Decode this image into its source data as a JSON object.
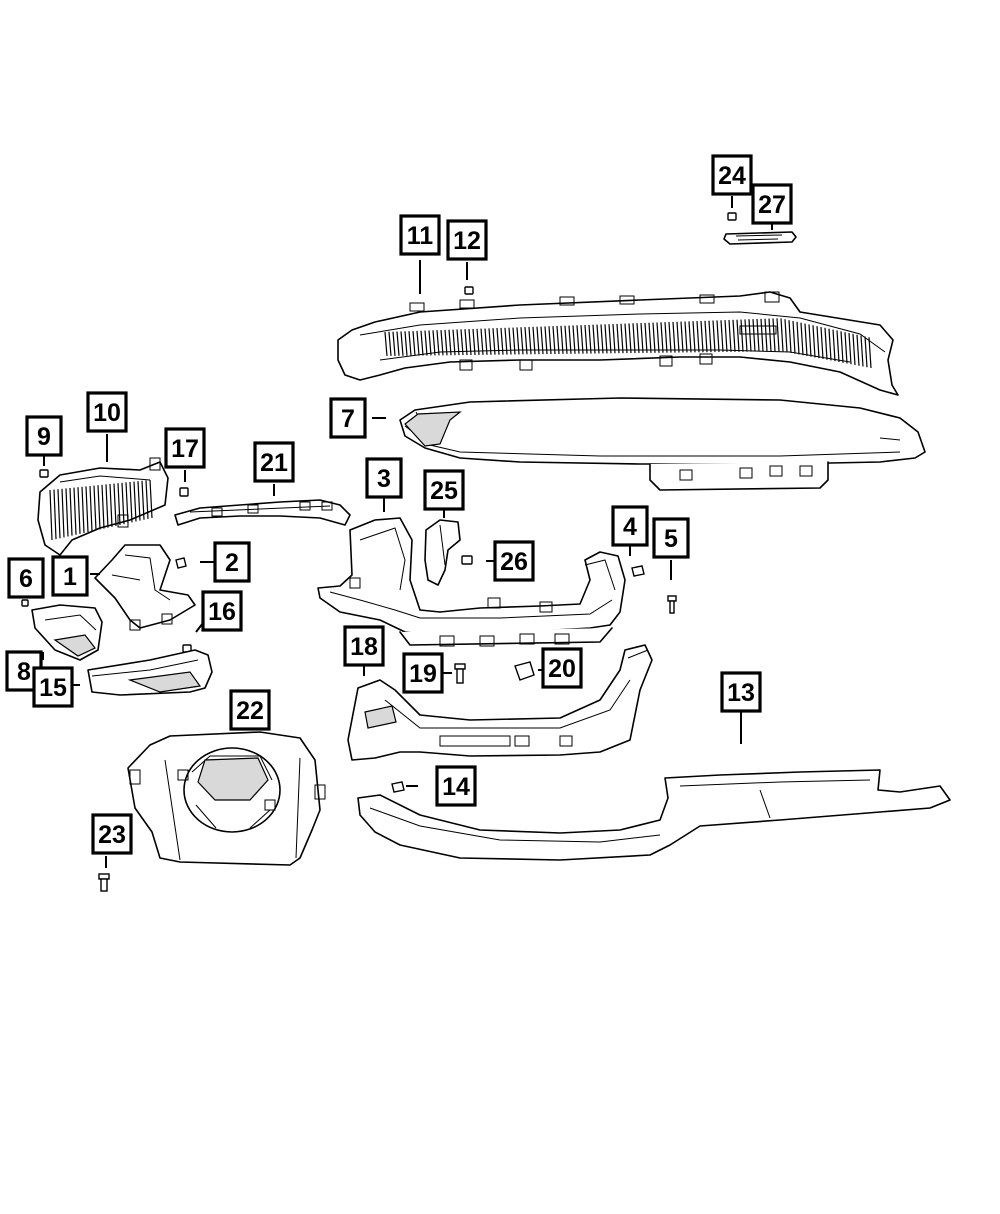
{
  "callouts": [
    {
      "id": "1",
      "label": "1"
    },
    {
      "id": "2",
      "label": "2"
    },
    {
      "id": "3",
      "label": "3"
    },
    {
      "id": "4",
      "label": "4"
    },
    {
      "id": "5",
      "label": "5"
    },
    {
      "id": "6",
      "label": "6"
    },
    {
      "id": "7",
      "label": "7"
    },
    {
      "id": "8",
      "label": "8"
    },
    {
      "id": "9",
      "label": "9"
    },
    {
      "id": "10",
      "label": "10"
    },
    {
      "id": "11",
      "label": "11"
    },
    {
      "id": "12",
      "label": "12"
    },
    {
      "id": "13",
      "label": "13"
    },
    {
      "id": "14",
      "label": "14"
    },
    {
      "id": "15",
      "label": "15"
    },
    {
      "id": "16",
      "label": "16"
    },
    {
      "id": "17",
      "label": "17"
    },
    {
      "id": "18",
      "label": "18"
    },
    {
      "id": "19",
      "label": "19"
    },
    {
      "id": "20",
      "label": "20"
    },
    {
      "id": "21",
      "label": "21"
    },
    {
      "id": "22",
      "label": "22"
    },
    {
      "id": "23",
      "label": "23"
    },
    {
      "id": "24",
      "label": "24"
    },
    {
      "id": "25",
      "label": "25"
    },
    {
      "id": "26",
      "label": "26"
    },
    {
      "id": "27",
      "label": "27"
    }
  ]
}
